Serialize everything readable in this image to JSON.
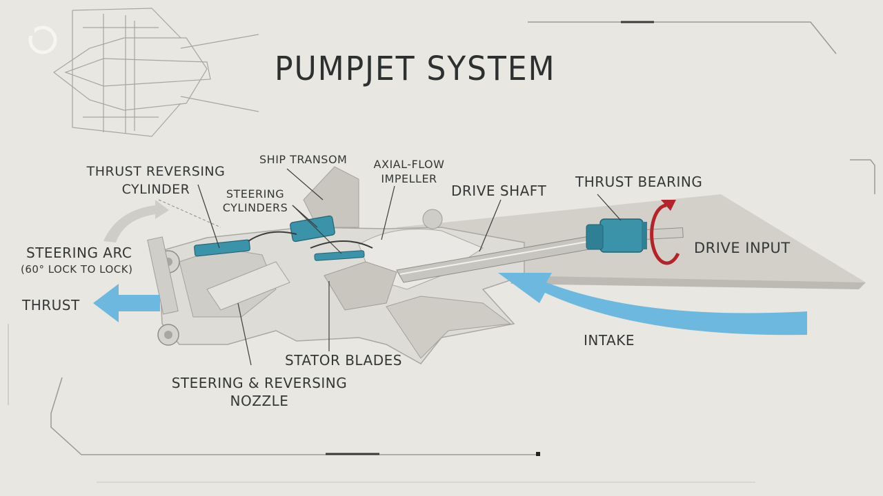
{
  "title": "PUMPJET SYSTEM",
  "labels": {
    "thrust_reversing_cylinder": "THRUST REVERSING CYLINDER",
    "ship_transom": "SHIP TRANSOM",
    "axial_flow_impeller": "AXIAL-FLOW IMPELLER",
    "steering_cylinders": "STEERING CYLINDERS",
    "drive_shaft": "DRIVE SHAFT",
    "thrust_bearing": "THRUST BEARING",
    "drive_input": "DRIVE INPUT",
    "steering_arc": "STEERING ARC",
    "steering_arc_detail": "(60° LOCK TO LOCK)",
    "thrust": "THRUST",
    "intake": "INTAKE",
    "stator_blades": "STATOR BLADES",
    "steering_reversing_nozzle": "STEERING & REVERSING NOZZLE"
  },
  "colors": {
    "background": "#e9e7e1",
    "text": "#343737",
    "flow_arrow": "#6cb8df",
    "cylinder": "#3a93a8",
    "rotation_arrow": "#b4232a",
    "machine_body": "#d9d7d1"
  }
}
